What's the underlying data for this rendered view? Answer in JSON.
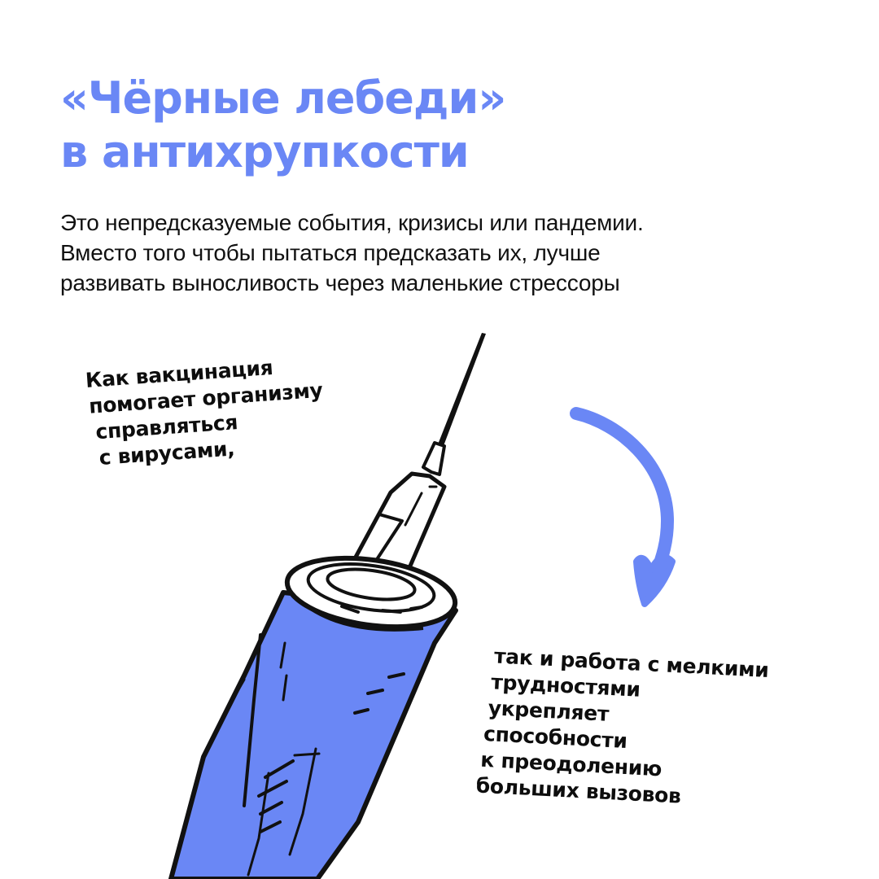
{
  "colors": {
    "accent": "#6a87f5",
    "text": "#111111",
    "background": "#ffffff"
  },
  "title": {
    "line1": "«Чёрные лебеди»",
    "line2": "в антихрупкости"
  },
  "subtitle": {
    "line1": "Это непредсказуемые события, кризисы или пандемии.",
    "line2": "Вместо того чтобы пытаться предсказать их, лучше",
    "line3": "развивать выносливость через маленькие стрессоры"
  },
  "note_left": {
    "lines": [
      "Как вакцинация",
      "помогает организму",
      "справляться",
      "с вирусами,"
    ]
  },
  "note_right": {
    "lines": [
      "так и работа с мелкими",
      "трудностями",
      "укрепляет",
      "способности",
      "к преодолению",
      "больших вызовов"
    ]
  },
  "illustration": {
    "syringe": "syringe-illustration",
    "arrow": "curved-arrow-down"
  }
}
